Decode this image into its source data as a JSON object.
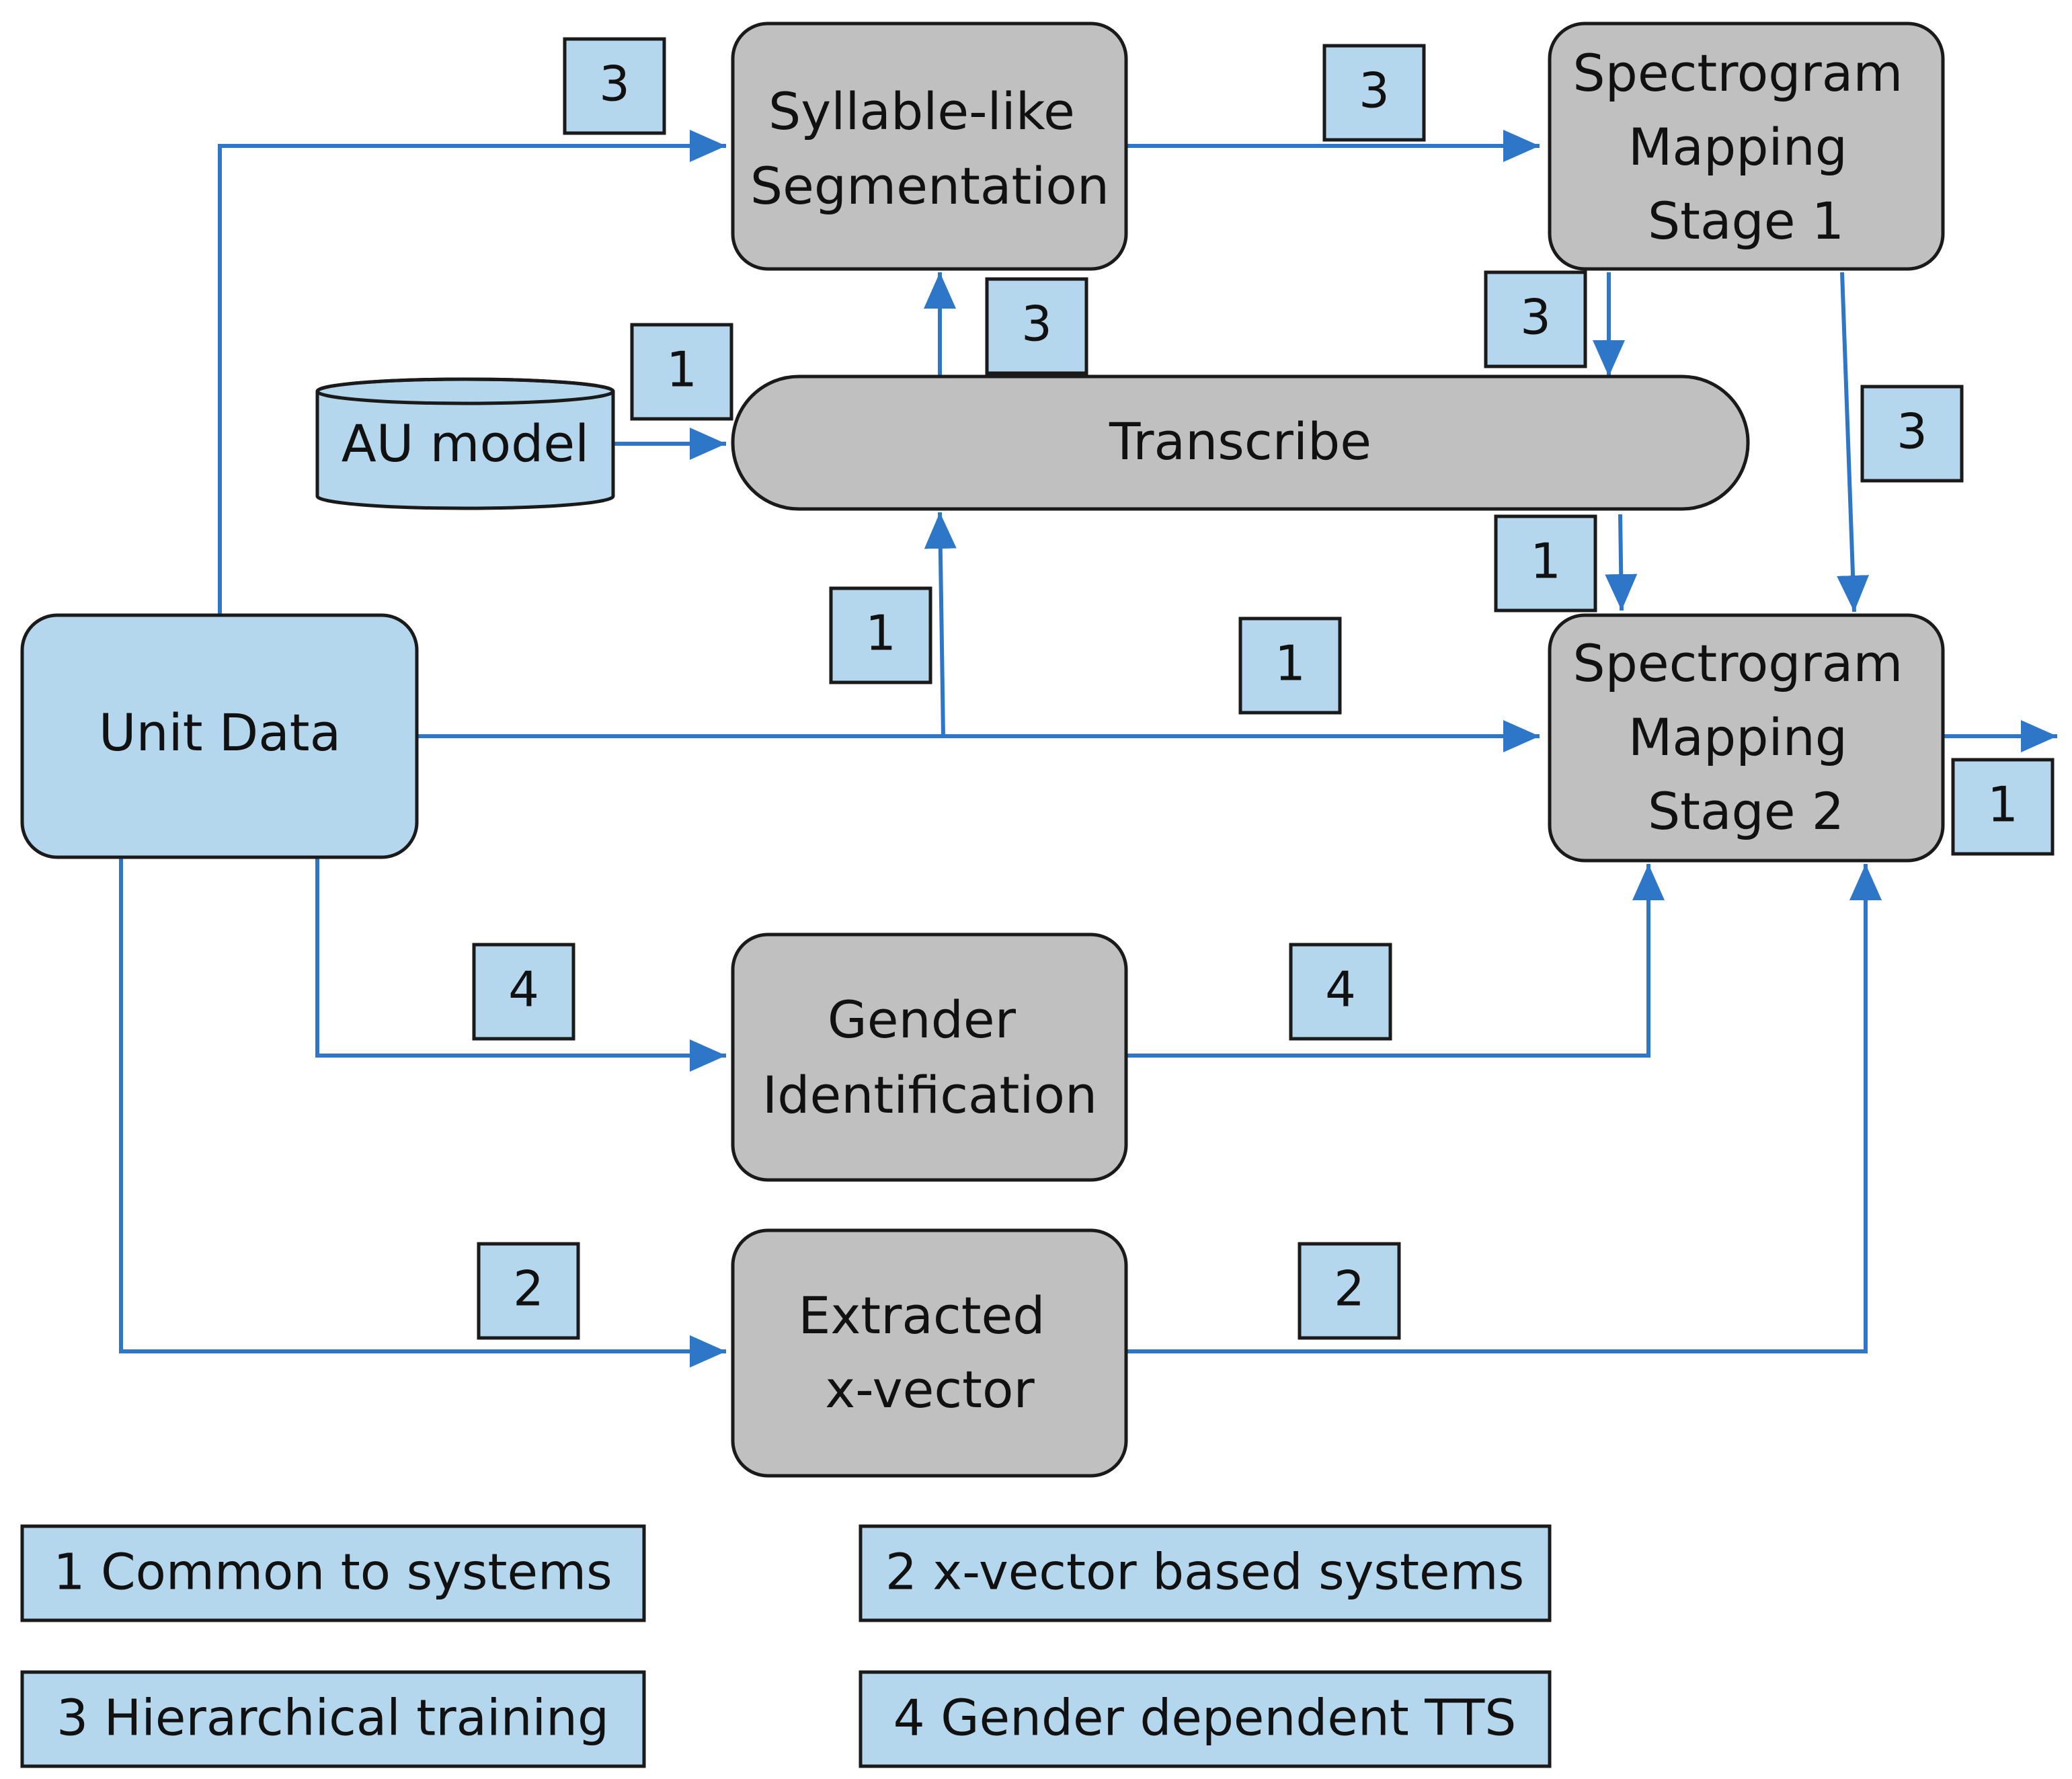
{
  "nodes": {
    "unit_data": "Unit Data",
    "au_model": "AU model",
    "transcribe": "Transcribe",
    "syllable_seg": [
      "Syllable-like",
      "Segmentation"
    ],
    "spec_stage1": [
      "Spectrogram",
      "Mapping",
      "Stage 1"
    ],
    "spec_stage2": [
      "Spectrogram",
      "Mapping",
      "Stage 2"
    ],
    "gender_id": [
      "Gender",
      "Identification"
    ],
    "xvector": [
      "Extracted",
      "x-vector"
    ]
  },
  "badges": {
    "unit_to_syllable": "3",
    "syllable_to_stage1": "3",
    "au_to_transcribe": "1",
    "transcribe_to_syllable": "3",
    "stage1_to_transcribe": "3",
    "stage1_to_stage2": "3",
    "transcribe_to_stage2": "1",
    "unit_to_transcribe": "1",
    "unit_to_stage2": "1",
    "stage2_output": "1",
    "unit_to_gender": "4",
    "gender_to_stage2": "4",
    "unit_to_xvector": "2",
    "xvector_to_stage2": "2"
  },
  "legend": {
    "item1": "1 Common to systems",
    "item2": "2 x-vector based systems",
    "item3": "3 Hierarchical training",
    "item4": "4 Gender dependent TTS"
  },
  "colors": {
    "process_fill": "#c0c0c0",
    "data_fill": "#b5d7ee",
    "arrow": "#2d76c8"
  }
}
